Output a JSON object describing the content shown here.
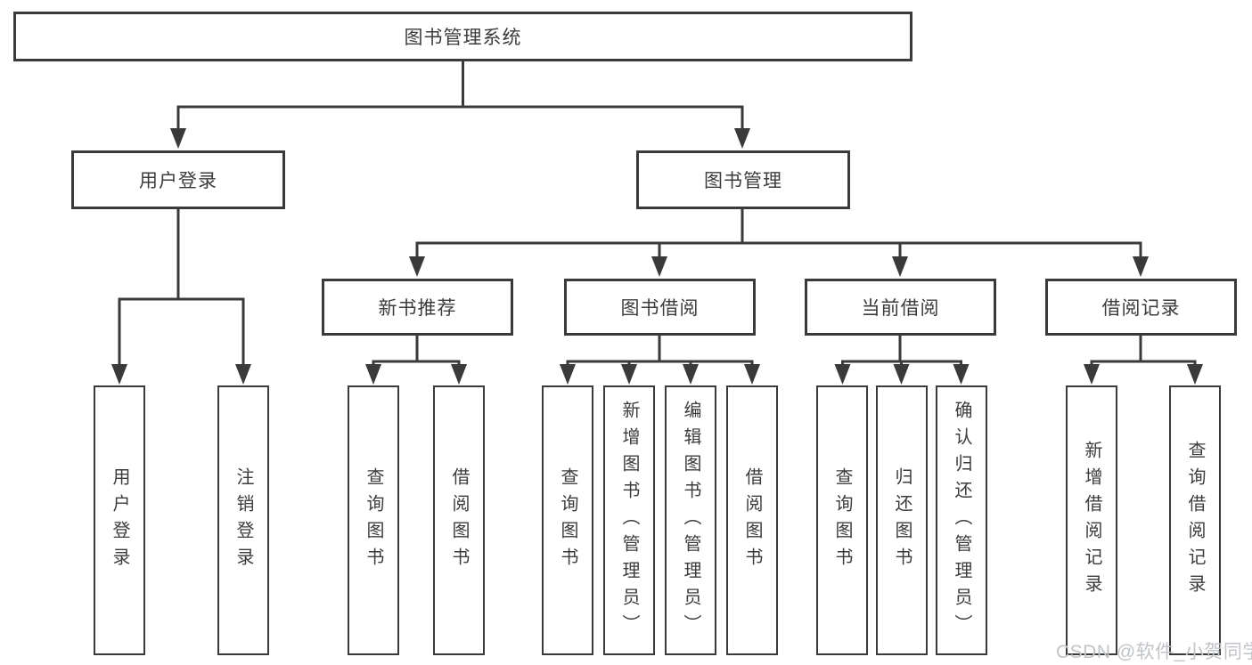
{
  "diagram": {
    "type": "hierarchy-tree",
    "colors": {
      "line": "#3a3a3a",
      "box_border": "#3a3a3a",
      "text": "#3c3c3c",
      "background": "#ffffff",
      "watermark": "#c0c4c8"
    },
    "watermark": "CSDN @软件_小贺同学",
    "tree": {
      "label": "图书管理系统",
      "children": [
        {
          "label": "用户登录",
          "children": [
            {
              "label": "用户登录"
            },
            {
              "label": "注销登录"
            }
          ]
        },
        {
          "label": "图书管理",
          "children": [
            {
              "label": "新书推荐",
              "children": [
                {
                  "label": "查询图书"
                },
                {
                  "label": "借阅图书"
                }
              ]
            },
            {
              "label": "图书借阅",
              "children": [
                {
                  "label": "查询图书"
                },
                {
                  "label": "新增图书（管理员）"
                },
                {
                  "label": "编辑图书（管理员）"
                },
                {
                  "label": "借阅图书"
                }
              ]
            },
            {
              "label": "当前借阅",
              "children": [
                {
                  "label": "查询图书"
                },
                {
                  "label": "归还图书"
                },
                {
                  "label": "确认归还（管理员）"
                }
              ]
            },
            {
              "label": "借阅记录",
              "children": [
                {
                  "label": "新增借阅记录"
                },
                {
                  "label": "查询借阅记录"
                }
              ]
            }
          ]
        }
      ]
    }
  }
}
